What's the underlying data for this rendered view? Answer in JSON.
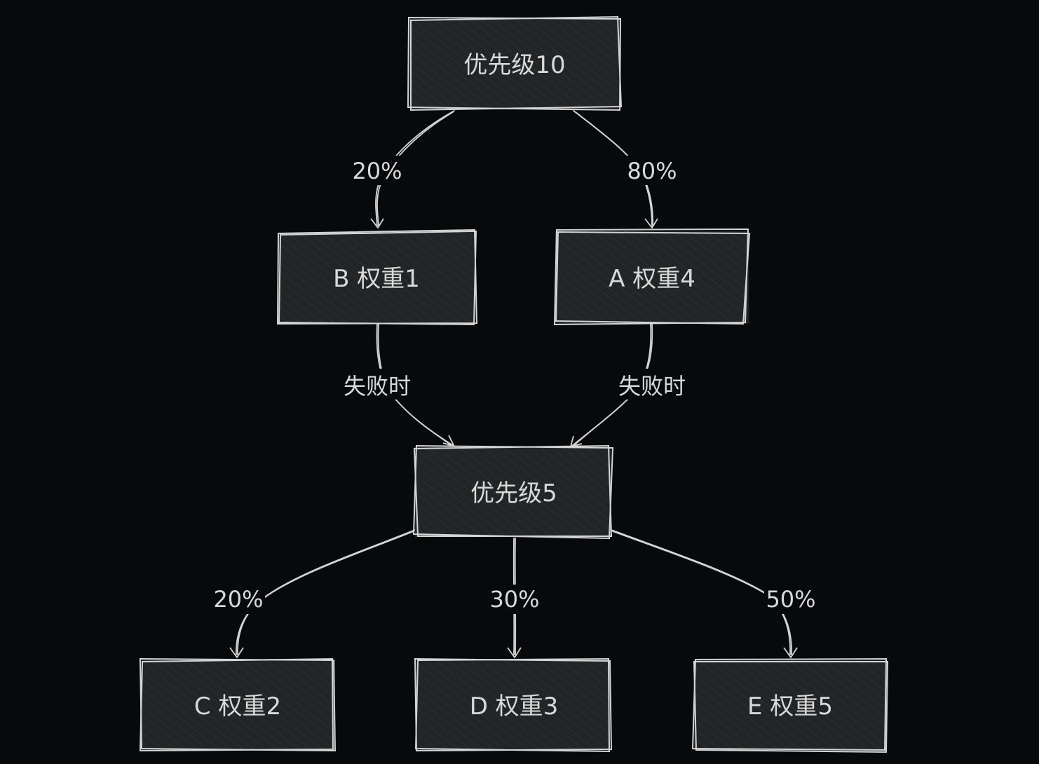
{
  "colors": {
    "background": "#08090b",
    "node_fill": "#222425",
    "stroke": "#d4d4d4",
    "text": "#d9d9d9"
  },
  "nodes": {
    "priority10": "优先级10",
    "b": "B 权重1",
    "a": "A 权重4",
    "priority5": "优先级5",
    "c": "C 权重2",
    "d": "D 权重3",
    "e": "E 权重5"
  },
  "edges": {
    "p10_to_b": "20%",
    "p10_to_a": "80%",
    "b_to_p5": "失败时",
    "a_to_p5": "失败时",
    "p5_to_c": "20%",
    "p5_to_d": "30%",
    "p5_to_e": "50%"
  }
}
